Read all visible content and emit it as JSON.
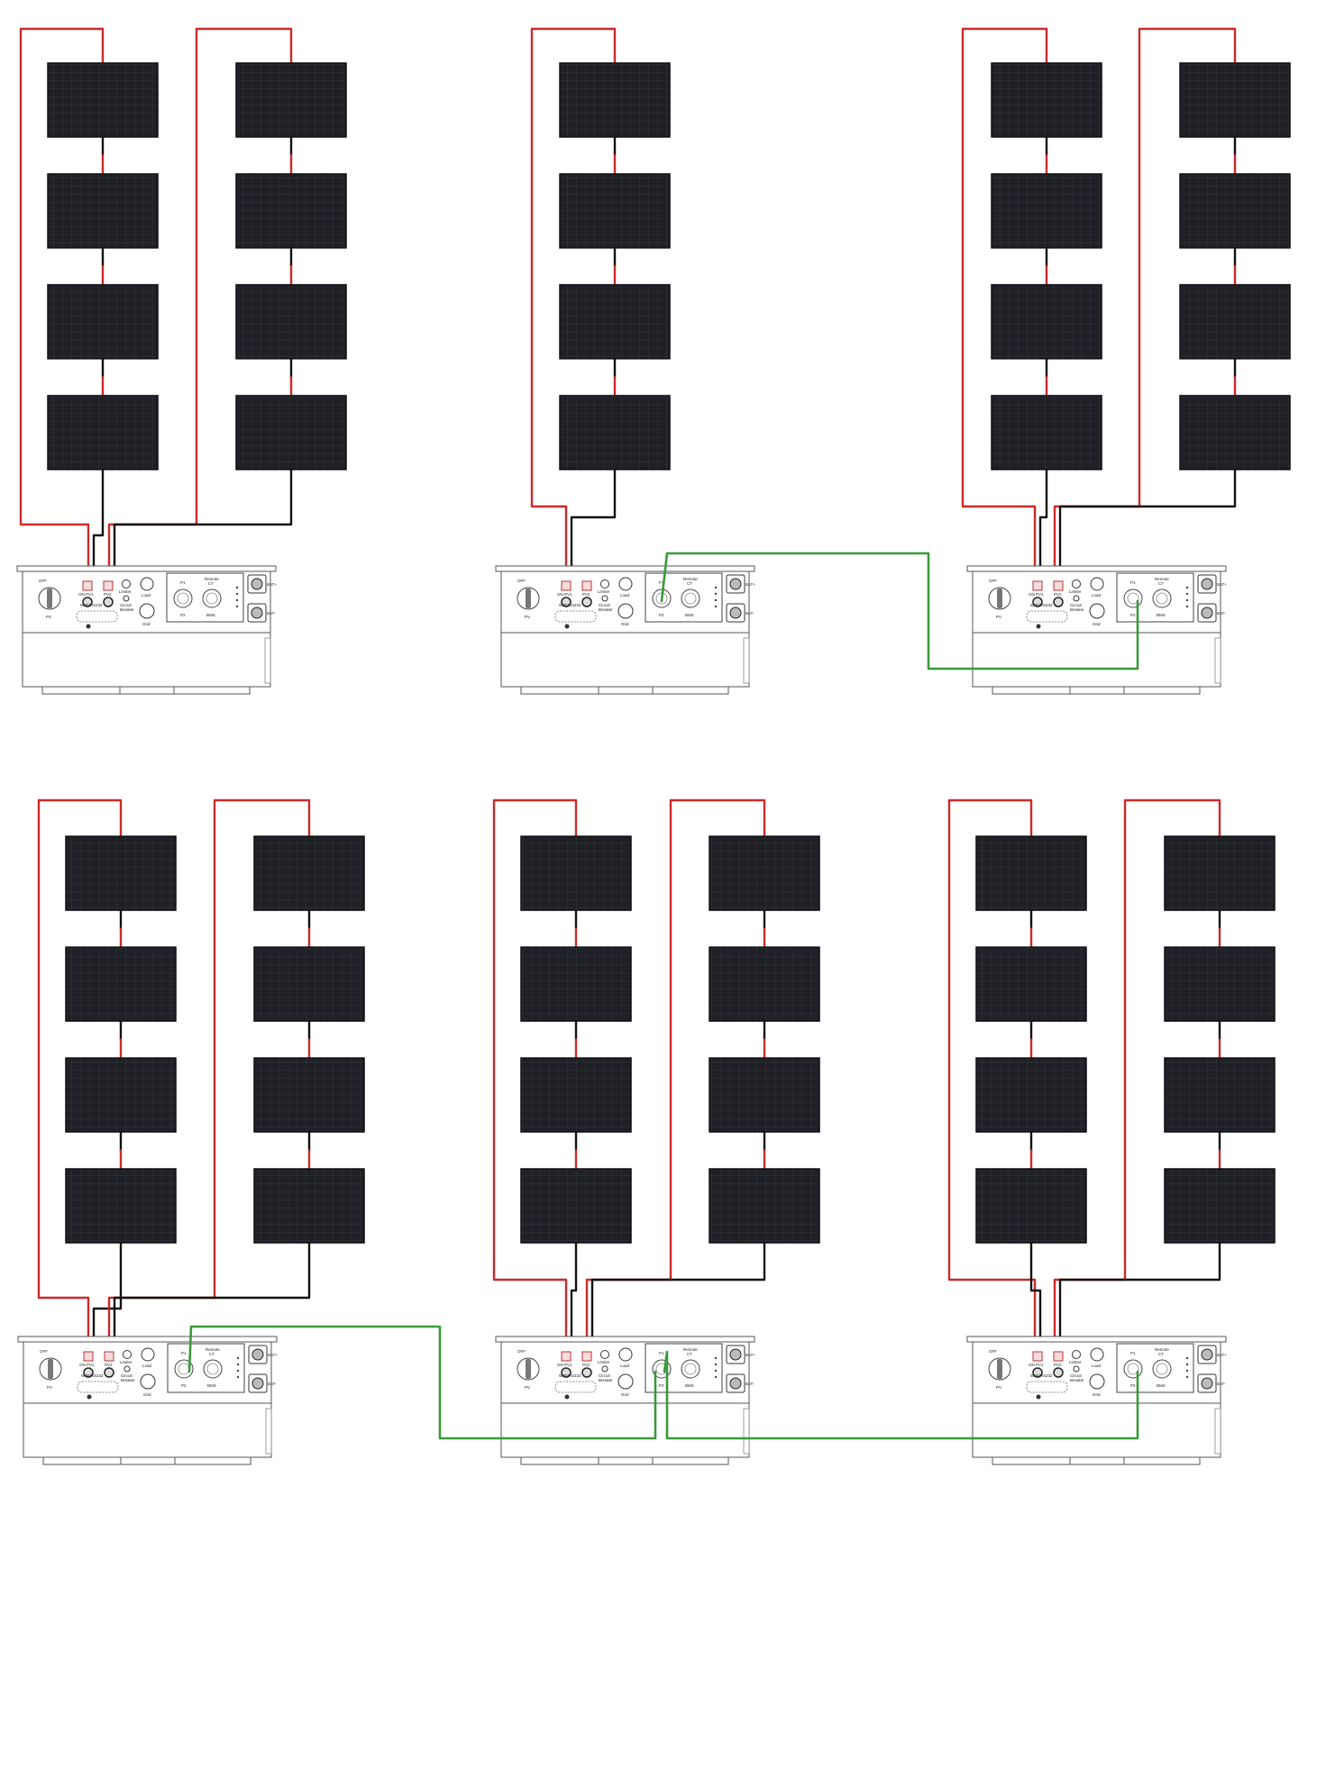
{
  "diagram": {
    "systems": [
      {
        "id": "sys-1",
        "strings": 2,
        "parallel_port": "none"
      },
      {
        "id": "sys-2",
        "strings": 1,
        "parallel_port": "P2"
      },
      {
        "id": "sys-3",
        "strings": 2,
        "parallel_port": "P1"
      },
      {
        "id": "sys-4",
        "strings": 2,
        "parallel_port": "P2"
      },
      {
        "id": "sys-5",
        "strings": 2,
        "parallel_port": "P1+P2"
      },
      {
        "id": "sys-6",
        "strings": 2,
        "parallel_port": "P1"
      }
    ],
    "panels_per_string": 4,
    "parallel_links": [
      {
        "from": "sys-2",
        "from_port": "P2",
        "to": "sys-3",
        "to_port": "P1"
      },
      {
        "from": "sys-4",
        "from_port": "P2",
        "to": "sys-5",
        "to_port": "P1"
      },
      {
        "from": "sys-5",
        "from_port": "P2",
        "to": "sys-6",
        "to_port": "P1"
      }
    ],
    "colors": {
      "positive_wire": "#cc2a2a",
      "negative_wire": "#111111",
      "parallel_wire": "#3a9a3a",
      "panel_fill": "#1f2126",
      "panel_grid": "#3a3d44",
      "inverter_outline": "#555555"
    }
  },
  "inverter_labels": {
    "off": "OFF",
    "on_pv1": "ON PV1",
    "pv": "PV",
    "pv2": "PV2",
    "limiter": "Limiter",
    "circuit": "Circuit",
    "breaker": "Breaker",
    "load": "Load",
    "grid": "Grid",
    "wifi": "WIFI/RS232",
    "p1": "P1",
    "p2": "P2",
    "remote": "Remote",
    "ct": "CT",
    "bms": "BMS",
    "bat_plus": "BAT+",
    "bat_minus": "BAT-"
  }
}
